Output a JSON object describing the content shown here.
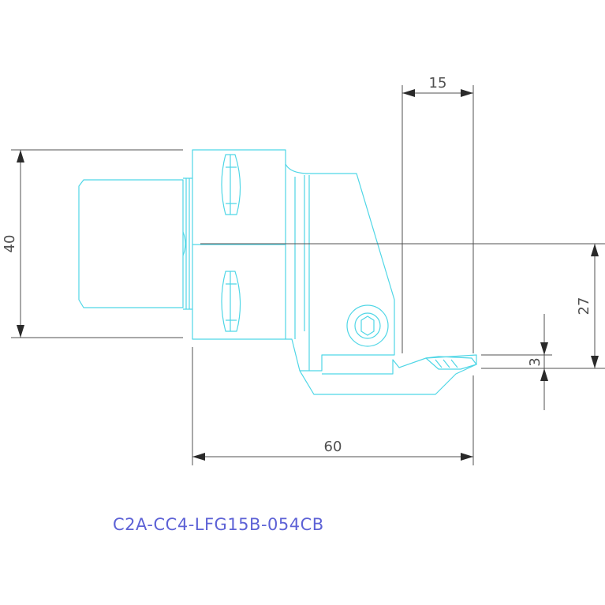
{
  "drawing": {
    "part_number": "C2A-CC4-LFG15B-054CB",
    "colors": {
      "part_outline": "#4fd6e6",
      "dimension": "#505050",
      "part_number": "#5d62d6"
    },
    "dimensions": {
      "height": "40",
      "overall_length": "60",
      "insert_width": "15",
      "center_height": "27",
      "groove_depth": "3"
    }
  }
}
